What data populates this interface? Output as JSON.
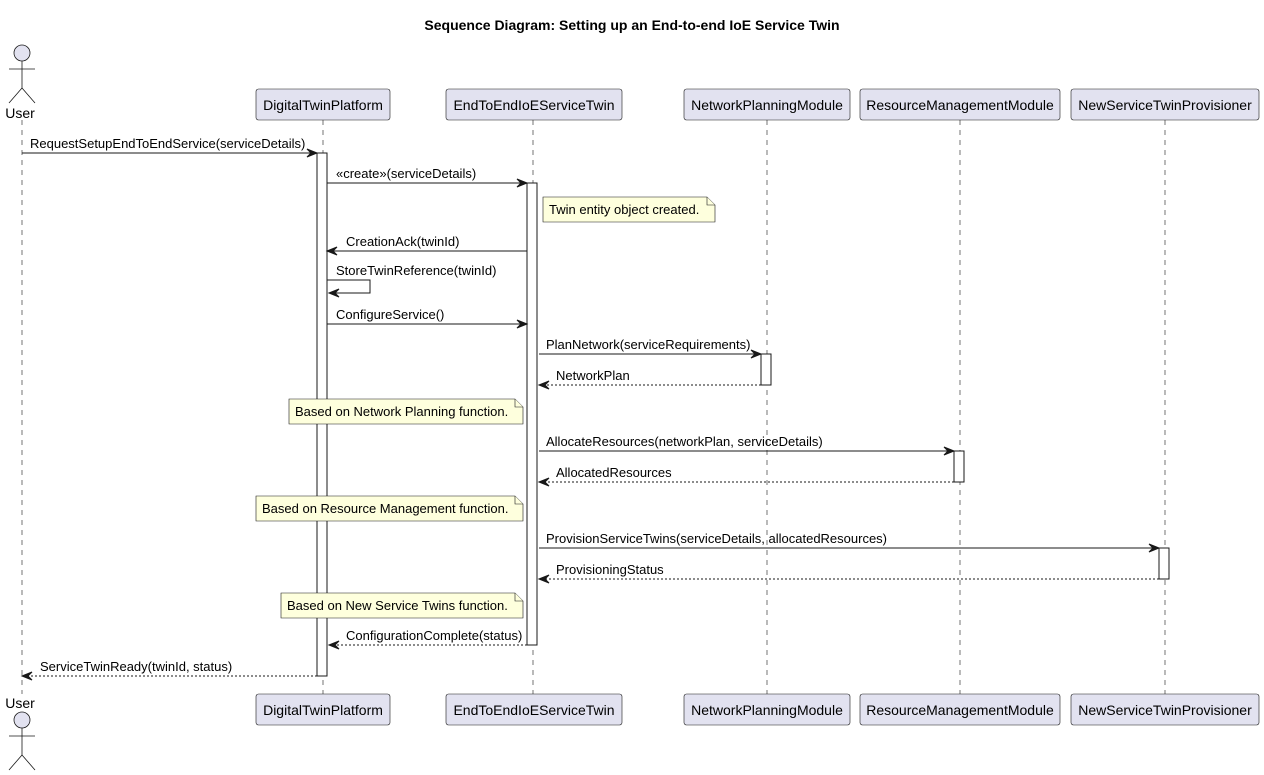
{
  "title": "Sequence Diagram: Setting up an End-to-end IoE Service Twin",
  "participants": [
    {
      "id": "user",
      "label": "User",
      "kind": "actor"
    },
    {
      "id": "dtp",
      "label": "DigitalTwinPlatform",
      "kind": "participant"
    },
    {
      "id": "e2e",
      "label": "EndToEndIoEServiceTwin",
      "kind": "participant"
    },
    {
      "id": "npm",
      "label": "NetworkPlanningModule",
      "kind": "participant"
    },
    {
      "id": "rmm",
      "label": "ResourceManagementModule",
      "kind": "participant"
    },
    {
      "id": "nstp",
      "label": "NewServiceTwinProvisioner",
      "kind": "participant"
    }
  ],
  "messages": [
    {
      "from": "user",
      "to": "dtp",
      "label": "RequestSetupEndToEndService(serviceDetails)",
      "style": "solid"
    },
    {
      "from": "dtp",
      "to": "e2e",
      "label": "«create»(serviceDetails)",
      "style": "solid"
    },
    {
      "from": "e2e",
      "to": "dtp",
      "label": "CreationAck(twinId)",
      "style": "solid"
    },
    {
      "from": "dtp",
      "to": "dtp",
      "label": "StoreTwinReference(twinId)",
      "style": "self"
    },
    {
      "from": "dtp",
      "to": "e2e",
      "label": "ConfigureService()",
      "style": "solid"
    },
    {
      "from": "e2e",
      "to": "npm",
      "label": "PlanNetwork(serviceRequirements)",
      "style": "solid"
    },
    {
      "from": "npm",
      "to": "e2e",
      "label": "NetworkPlan",
      "style": "dashed"
    },
    {
      "from": "e2e",
      "to": "rmm",
      "label": "AllocateResources(networkPlan, serviceDetails)",
      "style": "solid"
    },
    {
      "from": "rmm",
      "to": "e2e",
      "label": "AllocatedResources",
      "style": "dashed"
    },
    {
      "from": "e2e",
      "to": "nstp",
      "label": "ProvisionServiceTwins(serviceDetails, allocatedResources)",
      "style": "solid"
    },
    {
      "from": "nstp",
      "to": "e2e",
      "label": "ProvisioningStatus",
      "style": "dashed"
    },
    {
      "from": "e2e",
      "to": "dtp",
      "label": "ConfigurationComplete(status)",
      "style": "dashed"
    },
    {
      "from": "dtp",
      "to": "user",
      "label": "ServiceTwinReady(twinId, status)",
      "style": "dashed"
    }
  ],
  "notes": [
    {
      "text": "Twin entity object created."
    },
    {
      "text": "Based on Network Planning function."
    },
    {
      "text": "Based on Resource Management function."
    },
    {
      "text": "Based on New Service Twins function."
    }
  ],
  "colors": {
    "participant_fill": "#E2E2F0",
    "note_fill": "#FEFFDD",
    "line": "#181818"
  }
}
